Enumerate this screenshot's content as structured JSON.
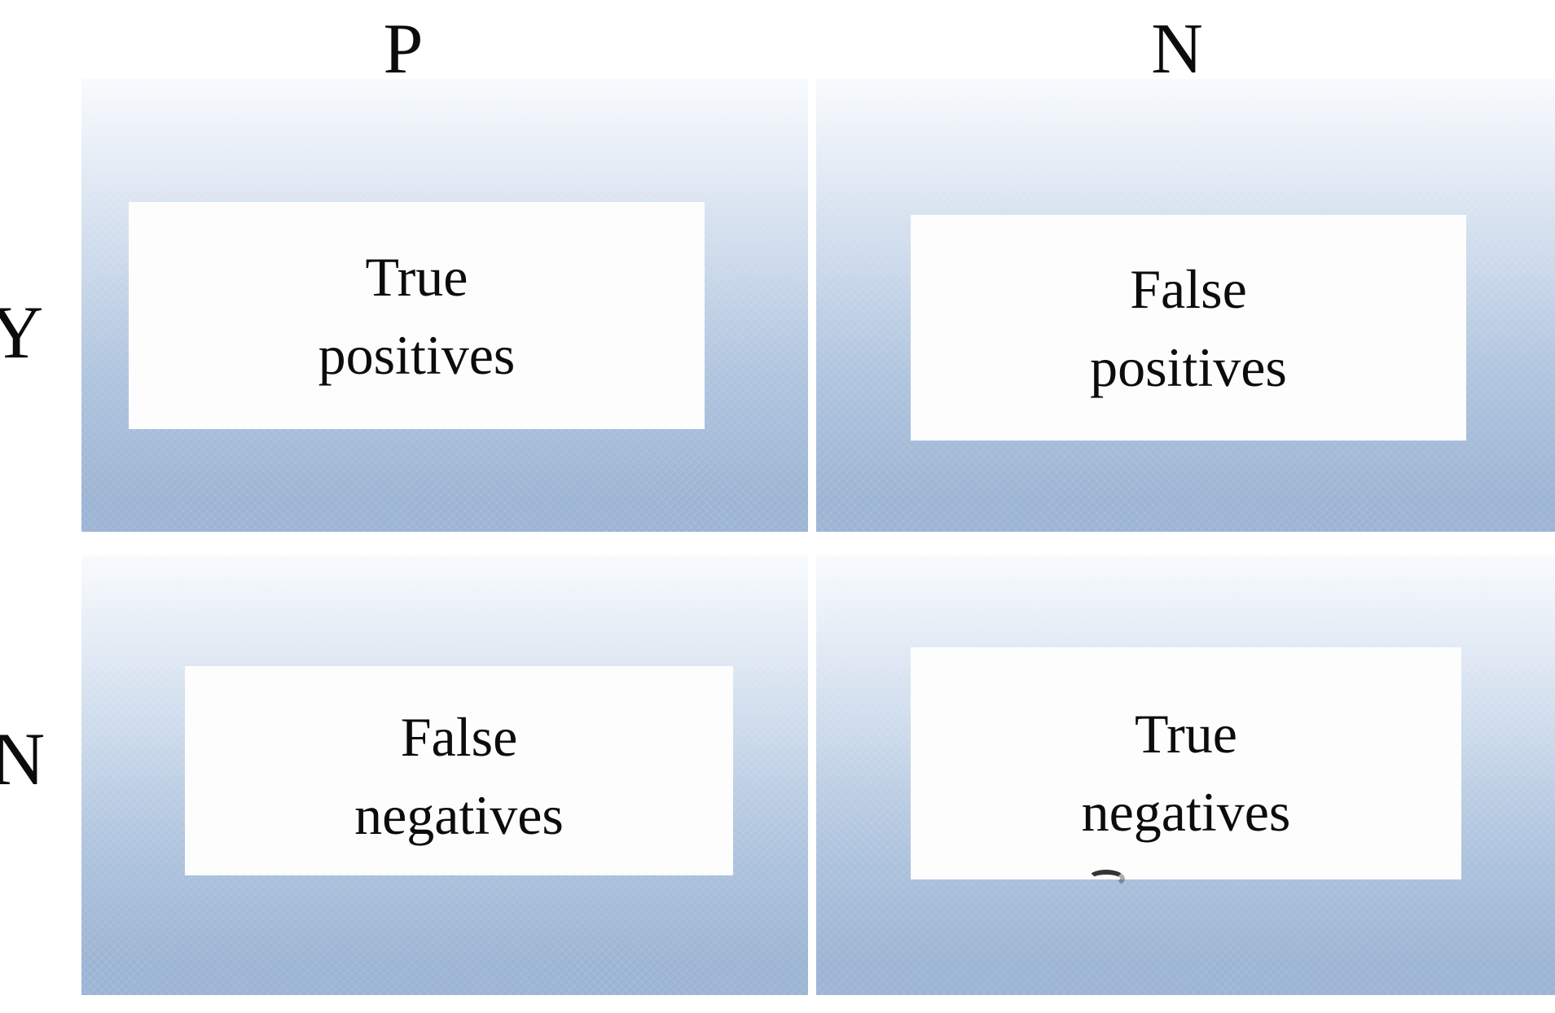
{
  "diagram": {
    "type": "confusion-matrix",
    "column_headers": [
      "P",
      "N"
    ],
    "row_headers": [
      "Y",
      "N"
    ],
    "cells": [
      {
        "row": "Y",
        "col": "P",
        "line1": "True",
        "line2": "positives"
      },
      {
        "row": "Y",
        "col": "N",
        "line1": "False",
        "line2": "positives"
      },
      {
        "row": "N",
        "col": "P",
        "line1": "False",
        "line2": "negatives"
      },
      {
        "row": "N",
        "col": "N",
        "line1": "True",
        "line2": "negatives"
      }
    ]
  },
  "colors": {
    "panel-top": "#f8fbfd",
    "panel-upper": "#e7eef7",
    "panel-mid": "#ccdaeb",
    "panel-lower": "#afc4de",
    "panel-bottom": "#9db5d4",
    "box-bg": "#fdfdfd",
    "ink": "#0c0c0c",
    "page-bg": "#ffffff"
  }
}
